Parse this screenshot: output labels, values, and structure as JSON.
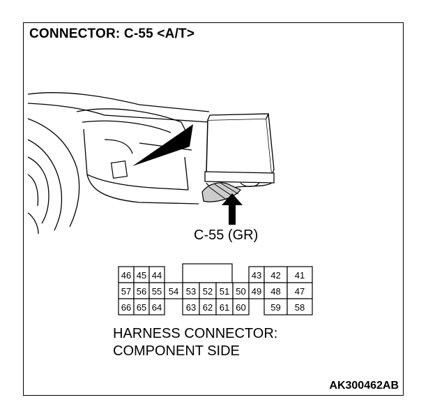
{
  "title": "CONNECTOR: C-55 <A/T>",
  "connector_label": "C-55 (GR)",
  "caption": {
    "line1": "HARNESS CONNECTOR:",
    "line2": "COMPONENT SIDE"
  },
  "code": "AK300462AB",
  "pins": [
    {
      "id": "46",
      "value": "46"
    },
    {
      "id": "45",
      "value": "45"
    },
    {
      "id": "44",
      "value": "44"
    },
    {
      "id": "43",
      "value": "43"
    },
    {
      "id": "42",
      "value": "42"
    },
    {
      "id": "41",
      "value": "41"
    },
    {
      "id": "57",
      "value": "57"
    },
    {
      "id": "56",
      "value": "56"
    },
    {
      "id": "55",
      "value": "55"
    },
    {
      "id": "54",
      "value": "54"
    },
    {
      "id": "53",
      "value": "53"
    },
    {
      "id": "52",
      "value": "52"
    },
    {
      "id": "51",
      "value": "51"
    },
    {
      "id": "50",
      "value": "50"
    },
    {
      "id": "49",
      "value": "49"
    },
    {
      "id": "48",
      "value": "48"
    },
    {
      "id": "47",
      "value": "47"
    },
    {
      "id": "66",
      "value": "66"
    },
    {
      "id": "65",
      "value": "65"
    },
    {
      "id": "64",
      "value": "64"
    },
    {
      "id": "63",
      "value": "63"
    },
    {
      "id": "62",
      "value": "62"
    },
    {
      "id": "61",
      "value": "61"
    },
    {
      "id": "60",
      "value": "60"
    },
    {
      "id": "59",
      "value": "59"
    },
    {
      "id": "58",
      "value": "58"
    }
  ]
}
